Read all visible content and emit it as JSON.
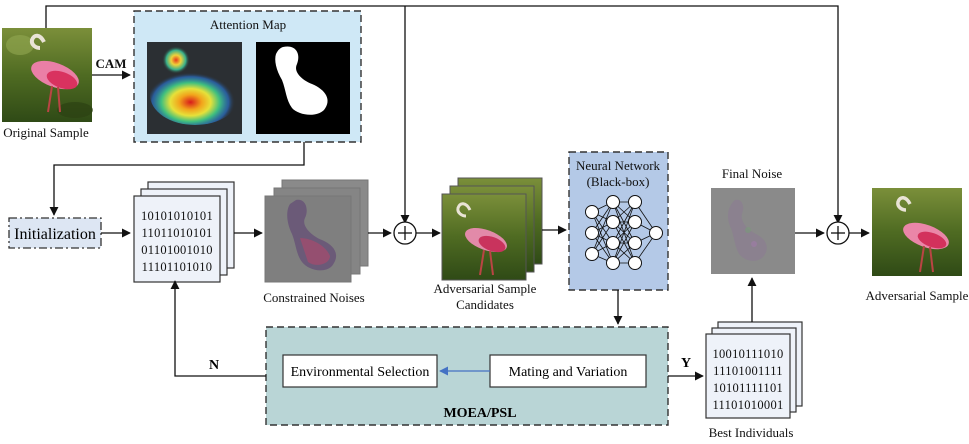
{
  "labels": {
    "original_sample": "Original Sample",
    "cam": "CAM",
    "attention_map": "Attention Map",
    "initialization": "Initialization",
    "constrained_noises": "Constrained Noises",
    "adversarial_candidates_line1": "Adversarial Sample",
    "adversarial_candidates_line2": "Candidates",
    "neural_network_line1": "Neural Network",
    "neural_network_line2": "(Black-box)",
    "final_noise": "Final Noise",
    "adversarial_sample": "Adversarial Sample",
    "environmental_selection": "Environmental Selection",
    "mating_and_variation": "Mating and Variation",
    "moea_psl": "MOEA/PSL",
    "best_individuals": "Best Individuals",
    "no_branch": "N",
    "yes_branch": "Y"
  },
  "population_bits": [
    "10101010101",
    "11011010101",
    "01101001010",
    "11101101010"
  ],
  "best_bits": [
    "10010111010",
    "11101001111",
    "10101111101",
    "11101010001"
  ],
  "colors": {
    "attention_panel_fill": "#cfe8f6",
    "nn_panel_fill": "#b4c9e7",
    "moea_panel_fill": "#b9d5d6",
    "init_fill": "#dde6f3",
    "arrow_blue": "#4472c4"
  }
}
